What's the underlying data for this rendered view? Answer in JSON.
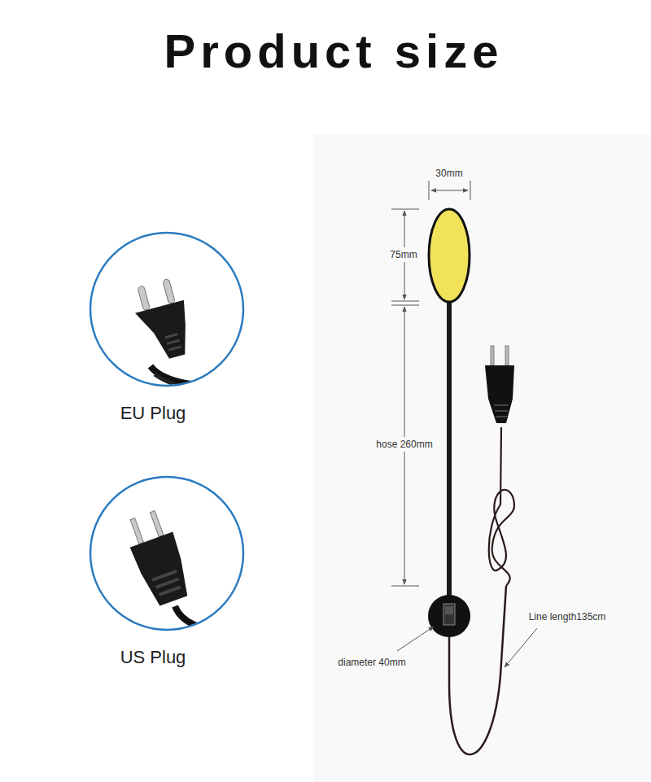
{
  "diagram": {
    "title": "Product size",
    "labels": [
      "EU Plug",
      "US Plug",
      "30mm",
      "75mm",
      "hose 260mm",
      "diameter 40mm",
      "Line length135cm"
    ]
  }
}
